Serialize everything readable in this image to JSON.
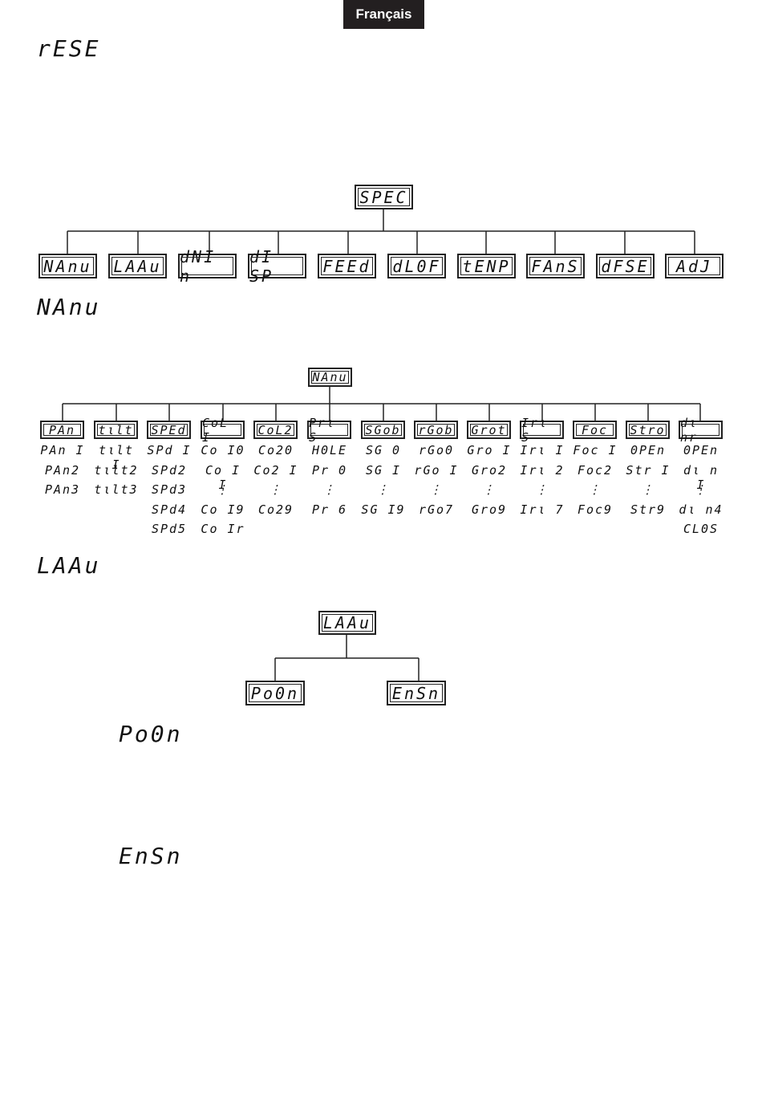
{
  "badge": "Français",
  "sections": {
    "rese": "rESE",
    "manu": "NAnu",
    "laau": "LAAu",
    "poon": "Po0n",
    "ensn": "EnSn"
  },
  "spec_tree": {
    "root": "SPEC",
    "children": [
      "NAnu",
      "LAAu",
      "dNI n",
      "dI SP",
      "FEEd",
      "dL0F",
      "tENP",
      "FAnS",
      "dFSE",
      "AdJ"
    ]
  },
  "manu_tree": {
    "root": "NAnu",
    "columns": [
      {
        "label": "PAn",
        "items": [
          "PAn I",
          "PAn2",
          "PAn3"
        ]
      },
      {
        "label": "tιlt",
        "items": [
          "tιlt I",
          "tιlt2",
          "tιlt3"
        ]
      },
      {
        "label": "SPEd",
        "items": [
          "SPd I",
          "SPd2",
          "SPd3",
          "SPd4",
          "SPd5"
        ]
      },
      {
        "label": "CoL I",
        "items": [
          "Co I0",
          "Co I I",
          "⋮",
          "Co I9",
          "Co Ir"
        ]
      },
      {
        "label": "CoL2",
        "items": [
          "Co20",
          "Co2 I",
          "⋮",
          "Co29"
        ]
      },
      {
        "label": "Prι S",
        "items": [
          "H0LE",
          "Pr  0",
          "⋮",
          "Pr  6"
        ]
      },
      {
        "label": "SGob",
        "items": [
          "SG  0",
          "SG  I",
          "⋮",
          "SG I9"
        ]
      },
      {
        "label": "rGob",
        "items": [
          "rGo0",
          "rGo I",
          "⋮",
          "rGo7"
        ]
      },
      {
        "label": "Grot",
        "items": [
          "Gro I",
          "Gro2",
          "⋮",
          "Gro9"
        ]
      },
      {
        "label": "Irι S",
        "items": [
          "Irι I",
          "Irι 2",
          "⋮",
          "Irι 7"
        ]
      },
      {
        "label": "Foc",
        "items": [
          "Foc I",
          "Foc2",
          "⋮",
          "Foc9"
        ]
      },
      {
        "label": "Stro",
        "items": [
          "0PEn",
          "Str I",
          "⋮",
          "Str9"
        ]
      },
      {
        "label": "dι nr",
        "items": [
          "0PEn",
          "dι n I",
          "⋮",
          "dι n4",
          "CL0S"
        ]
      }
    ]
  },
  "laau_tree": {
    "root": "LAAu",
    "children": [
      "Po0n",
      "EnSn"
    ]
  }
}
